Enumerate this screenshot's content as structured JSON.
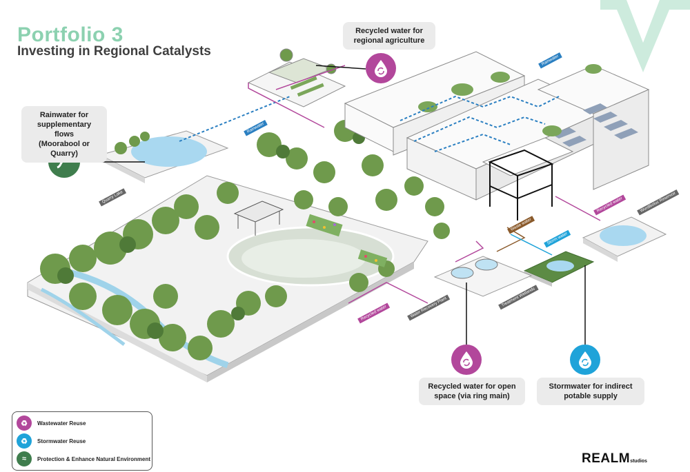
{
  "title": {
    "line1": "Portfolio 3",
    "line2": "Investing in Regional Catalysts"
  },
  "callouts": {
    "agriculture": "Recycled water for\nregional agriculture",
    "rainwater": "Rainwater for\nsupplementary flows\n(Moorabool or Quarry)",
    "open_space": "Recycled water for open\nspace (via ring main)",
    "stormwater": "Stormwater for indirect\npotable supply"
  },
  "tags": {
    "rainwater_top": "Rainwater",
    "rainwater_mid": "Rainwater",
    "quarry_lake": "Quarry Lake",
    "recycled_water_right": "Recycled water",
    "wurdiboluc": "Wurdiboluc Reservoir",
    "waste_water": "Waste water",
    "storm_water": "Storm water",
    "treatment_wetlands": "Treatment Wetlands",
    "recycled_water_left": "Recycled water",
    "water_recovery": "Water Recovery Plant"
  },
  "legend": {
    "items": [
      {
        "label": "Wastewater Reuse",
        "icon": "recycle-drop-icon",
        "color": "#b2479b"
      },
      {
        "label": "Stormwater Reuse",
        "icon": "recycle-drop-icon",
        "color": "#1fa3d9"
      },
      {
        "label": "Protection & Enhance Natural Environment",
        "icon": "river-icon",
        "color": "#3f7d4d"
      }
    ]
  },
  "brand": {
    "name": "REALM",
    "suffix": "studios"
  },
  "colors": {
    "title_green": "#8cd1b0",
    "wastewater": "#b2479b",
    "stormwater": "#1fa3d9",
    "nature": "#3f7d4d",
    "rainwater_line": "#2a7fc1",
    "waste_line": "#8a5a2b",
    "logo_green": "#cdebdd"
  }
}
